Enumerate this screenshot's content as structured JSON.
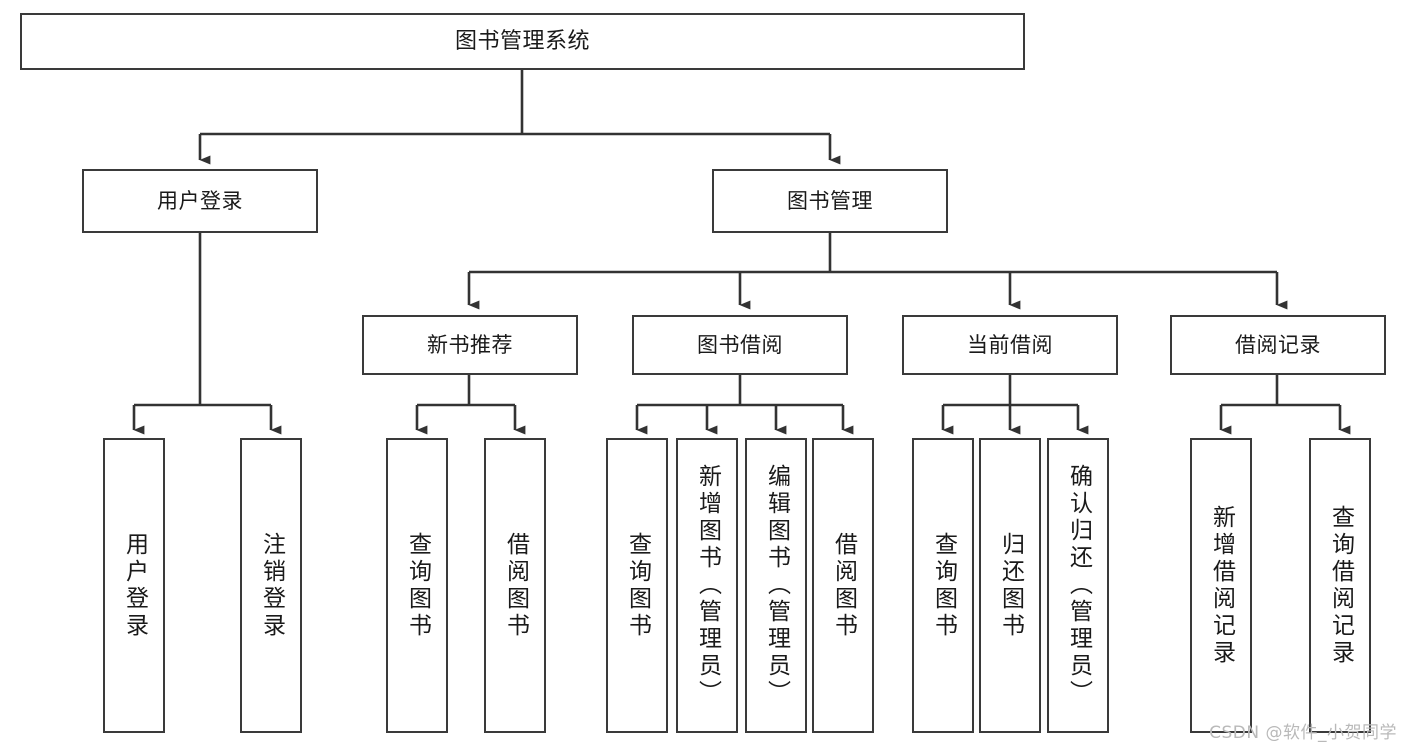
{
  "diagram": {
    "title": "图书管理系统",
    "type": "tree-hierarchy-diagram",
    "style": {
      "box_border_color": "#3a3a3a",
      "box_fill_color": "#ffffff",
      "edge_color": "#333333",
      "text_color": "#1a1a1a",
      "background": "#ffffff"
    },
    "root": {
      "label": "图书管理系统"
    },
    "level1": [
      {
        "label": "用户登录"
      },
      {
        "label": "图书管理"
      }
    ],
    "level2": [
      {
        "label": "新书推荐"
      },
      {
        "label": "图书借阅"
      },
      {
        "label": "当前借阅"
      },
      {
        "label": "借阅记录"
      }
    ],
    "leaves": {
      "user_login": [
        {
          "label": "用户登录"
        },
        {
          "label": "注销登录"
        }
      ],
      "new_book_recommend": [
        {
          "label": "查询图书"
        },
        {
          "label": "借阅图书"
        }
      ],
      "book_borrow": [
        {
          "label": "查询图书"
        },
        {
          "label": "新增图书（管理员）"
        },
        {
          "label": "编辑图书（管理员）"
        },
        {
          "label": "借阅图书"
        }
      ],
      "current_borrow": [
        {
          "label": "查询图书"
        },
        {
          "label": "归还图书"
        },
        {
          "label": "确认归还（管理员）"
        }
      ],
      "borrow_record": [
        {
          "label": "新增借阅记录"
        },
        {
          "label": "查询借阅记录"
        }
      ]
    }
  },
  "watermark": {
    "text": "CSDN @软件_小贺同学"
  }
}
